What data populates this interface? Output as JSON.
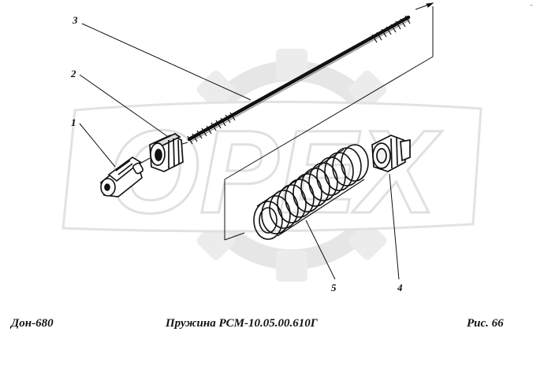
{
  "watermark": {
    "text": "OPEX"
  },
  "callouts": {
    "c1": "1",
    "c2": "2",
    "c3": "3",
    "c4": "4",
    "c5": "5"
  },
  "caption": {
    "model": "Дон-680",
    "title": "Пружина РСМ-10.05.00.610Г",
    "figure": "Рис.   66"
  },
  "corner_mark": "~",
  "colors": {
    "ink": "#111111",
    "watermark": "#e9e9e9"
  }
}
